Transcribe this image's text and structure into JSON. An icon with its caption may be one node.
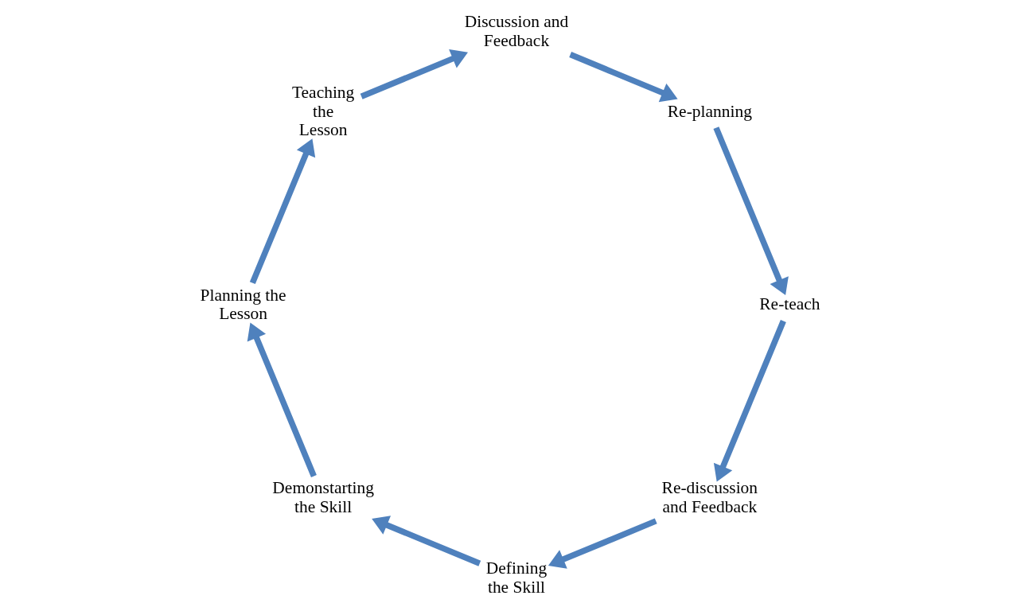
{
  "diagram": {
    "nodes": [
      {
        "text": [
          "Re-discussion and Feedback"
        ]
      },
      {
        "text": [
          "Defining the Skill"
        ]
      },
      {
        "text": [
          "Demonstarting the Skill"
        ]
      },
      {
        "text": [
          "Planning the Lesson"
        ]
      },
      {
        "text": [
          "Teaching the Lesson"
        ]
      },
      {
        "text": [
          "Discussion and Feedback"
        ]
      },
      {
        "text": [
          "Re-planning"
        ]
      },
      {
        "text": [
          "Re-teach"
        ]
      }
    ],
    "edges": [
      {
        "from": 0,
        "to": 1,
        "arrow": "to"
      },
      {
        "from": 1,
        "to": 2,
        "arrow": "to"
      },
      {
        "from": 2,
        "to": 3,
        "arrow": "to"
      },
      {
        "from": 3,
        "to": 4,
        "arrow": "to"
      },
      {
        "from": 4,
        "to": 5,
        "arrow": "to"
      },
      {
        "from": 5,
        "to": 6,
        "arrow": "to"
      },
      {
        "from": 6,
        "to": 7,
        "arrow": "to"
      },
      {
        "from": 7,
        "to": 0,
        "arrow": "to"
      }
    ]
  }
}
